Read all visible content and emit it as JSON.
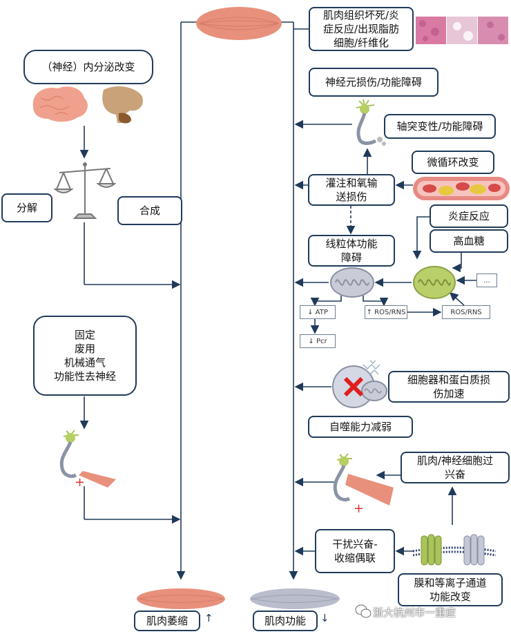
{
  "left": {
    "neuroendocrine": "（神经）内分泌改变",
    "catabolism": "分解",
    "anabolism": "合成",
    "causes": "固定\n废用\n机械通气\n功能性去神经"
  },
  "bottom": {
    "atrophy": "肌肉萎缩",
    "atrophy_arrow": "↑",
    "function": "肌肉功能",
    "function_arrow": "↓"
  },
  "right": {
    "necrosis": "肌肉组织坏死/炎\n症反应/出现脂肪\n细胞/纤维化",
    "neuron_injury": "神经元损伤/功能障碍",
    "axon": "轴突变性/功能障碍",
    "microcirc": "微循环改变",
    "perfusion": "灌注和氧输\n送损伤",
    "inflammation": "炎症反应",
    "hyperglycemia": "高血糖",
    "mito_dysfunction": "线粒体功能\n障碍",
    "atp": "↓ ATP",
    "pcr": "↓ Pcr",
    "ros_up": "↑ ROS/RNS",
    "ros": "ROS/RNS",
    "ellipsis": "...",
    "organelle": "细胞器和蛋白质损\n伤加速",
    "autophagy": "自噬能力减弱",
    "hyperexcite": "肌肉/神经细胞过\n兴奋",
    "ec_coupling": "干扰兴奋-\n收缩偶联",
    "ion_channel": "膜和等离子通道\n功能改变"
  },
  "watermark": "浙大杭州市一重症",
  "colors": {
    "line": "#1f3a5a",
    "muscle_red": "#e8907c",
    "muscle_gray": "#b9bdcc",
    "mito_green": "#b8cf6a",
    "neuron_green": "#b6cf63"
  }
}
